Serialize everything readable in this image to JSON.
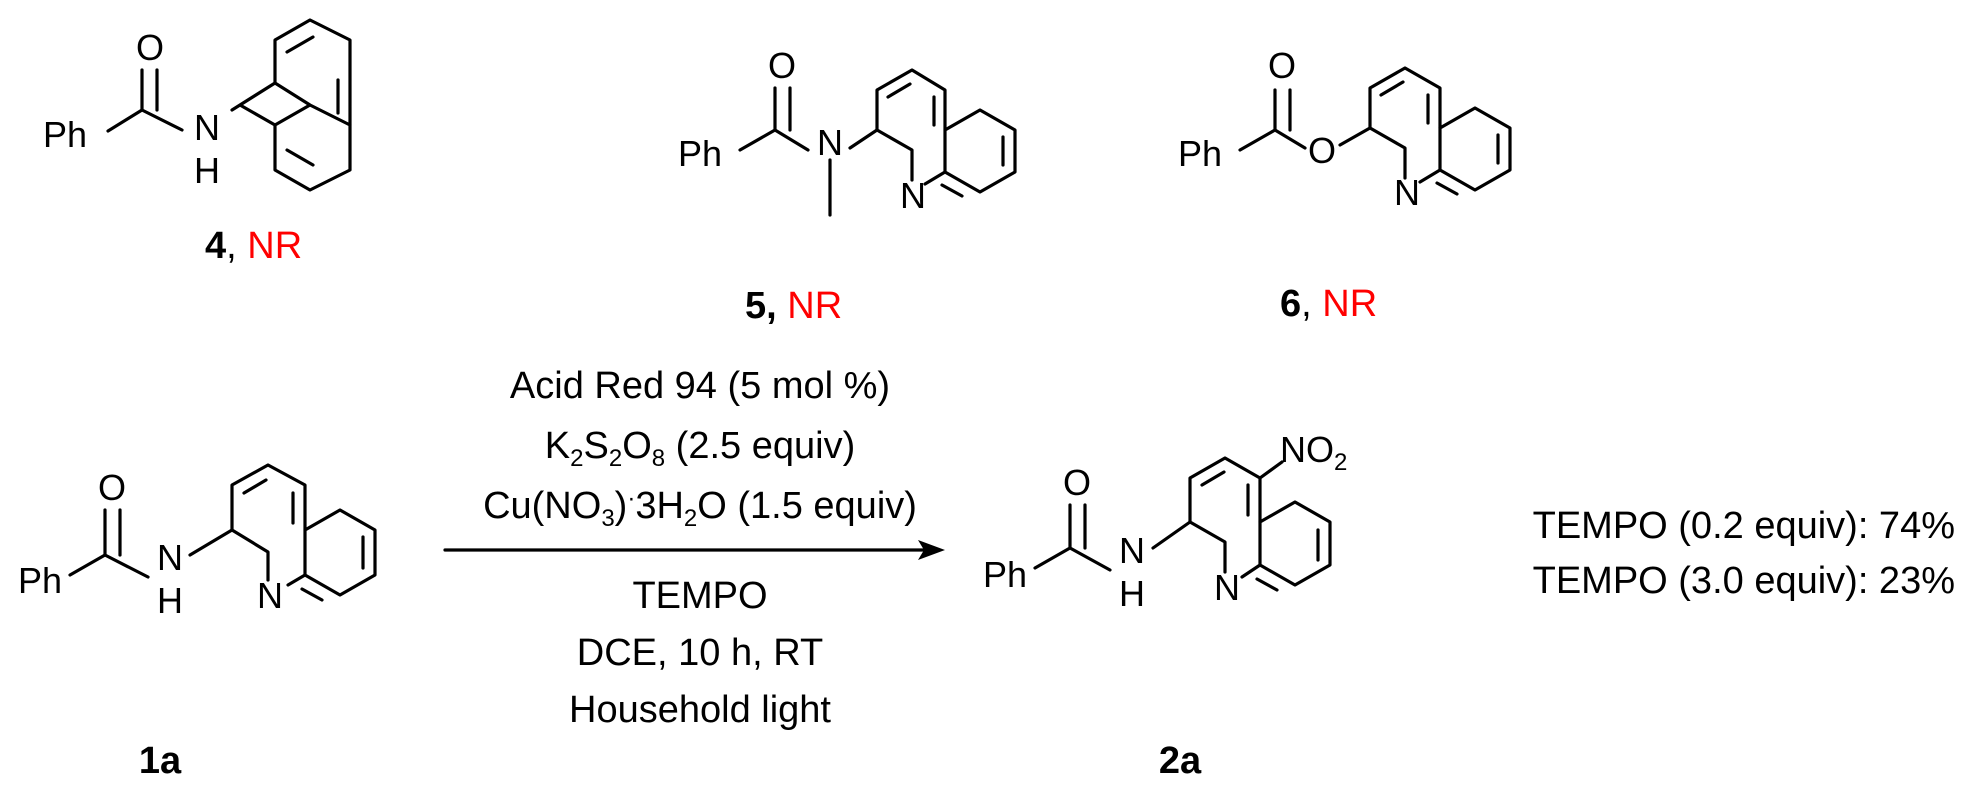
{
  "colors": {
    "ink": "#000000",
    "no_reaction": "#ff0000",
    "background": "#ffffff"
  },
  "atoms": {
    "ph": "Ph",
    "o": "O",
    "n": "N",
    "h": "H",
    "no2_prefix": "NO",
    "no2_sub": "2"
  },
  "compounds": {
    "c4": {
      "id": "4",
      "sep": ", ",
      "result": "NR"
    },
    "c5": {
      "id": "5,",
      "sep": " ",
      "result": "NR"
    },
    "c6": {
      "id": "6",
      "sep": ", ",
      "result": "NR"
    },
    "c1a": {
      "id": "1a"
    },
    "c2a": {
      "id": "2a"
    }
  },
  "conditions": {
    "catalyst": "Acid Red 94 (5 mol %)",
    "oxidant": {
      "k": "K",
      "k_sub": "2",
      "s": "S",
      "s_sub": "2",
      "o": "O",
      "o_sub": "8",
      "rest": " (2.5 equiv)"
    },
    "nitrate": {
      "a": "Cu(NO",
      "a_sub": "3",
      "b": ")",
      "dot": "·",
      "c": "3H",
      "c_sub": "2",
      "d": "O (1.5 equiv)"
    },
    "additive": "TEMPO",
    "solvent_time": "DCE, 10 h, RT",
    "light": "Household light"
  },
  "results": {
    "low": "TEMPO (0.2 equiv): 74%",
    "high": "TEMPO (3.0 equiv): 23%"
  }
}
